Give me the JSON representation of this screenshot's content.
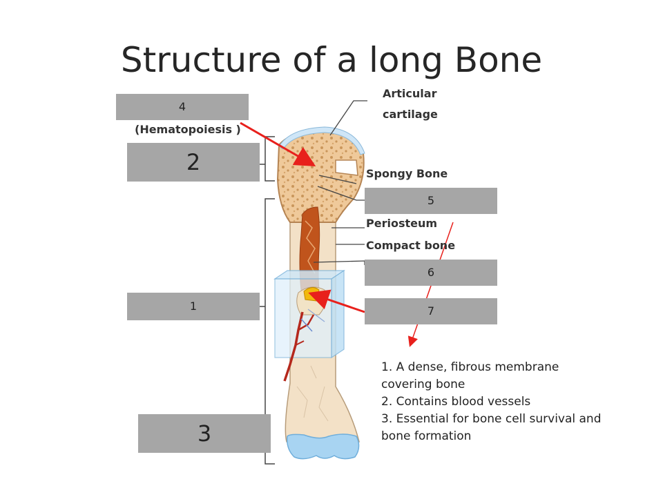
{
  "title": "Structure of a long Bone",
  "labels": {
    "articular_line1": "Articular",
    "articular_line2": "cartilage",
    "spongy": "Spongy Bone",
    "periosteum": "Periosteum",
    "compact": "Compact bone",
    "hematopoiesis": "(Hematopoiesis )"
  },
  "boxes": {
    "b4": "4",
    "b2": "2",
    "b1": "1",
    "b3": "3",
    "b5": "5",
    "b6": "6",
    "b7": "7"
  },
  "notes": {
    "line1": "1. A dense, fibrous membrane",
    "line2": "covering bone",
    "line3": "2. Contains blood vessels",
    "line4": "3. Essential for bone cell survival and",
    "line5": "bone formation"
  },
  "colors": {
    "arrow": "#e8201c",
    "box": "#a6a6a6",
    "cartilage": "#a8d4f2",
    "spongy": "#efc99a",
    "marrow": "#c0541c",
    "shaft": "#f3e1c7"
  }
}
